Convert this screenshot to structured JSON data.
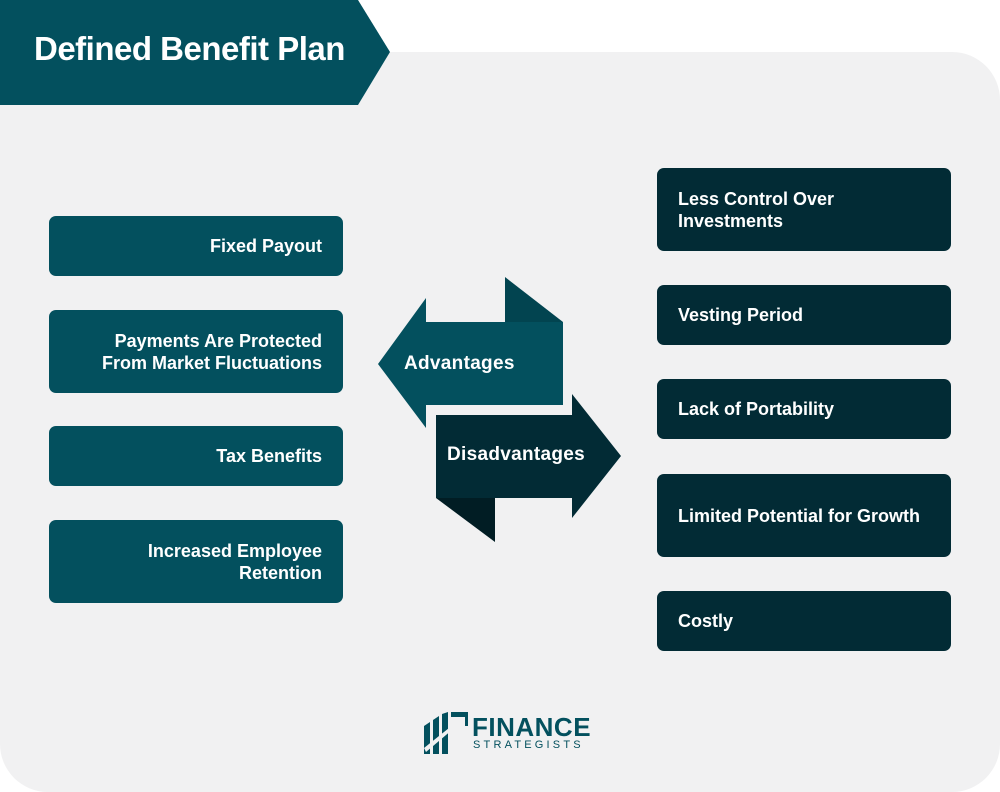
{
  "title": "Defined Benefit Plan",
  "advantages_label": "Advantages",
  "disadvantages_label": "Disadvantages",
  "advantages": [
    "Fixed Payout",
    "Payments Are Protected From Market Fluctuations",
    "Tax Benefits",
    "Increased Employee Retention"
  ],
  "disadvantages": [
    "Less Control Over Investments",
    "Vesting Period",
    "Lack of Portability",
    "Limited Potential for Growth",
    "Costly"
  ],
  "logo": {
    "line1": "FINANCE",
    "line2": "STRATEGISTS"
  },
  "colors": {
    "advantage_box": "#03505e",
    "disadvantage_box": "#022b35",
    "panel_background": "#f1f1f2",
    "advantage_arrow_shadow": "#024450",
    "disadvantage_arrow_shadow": "#011d24"
  }
}
